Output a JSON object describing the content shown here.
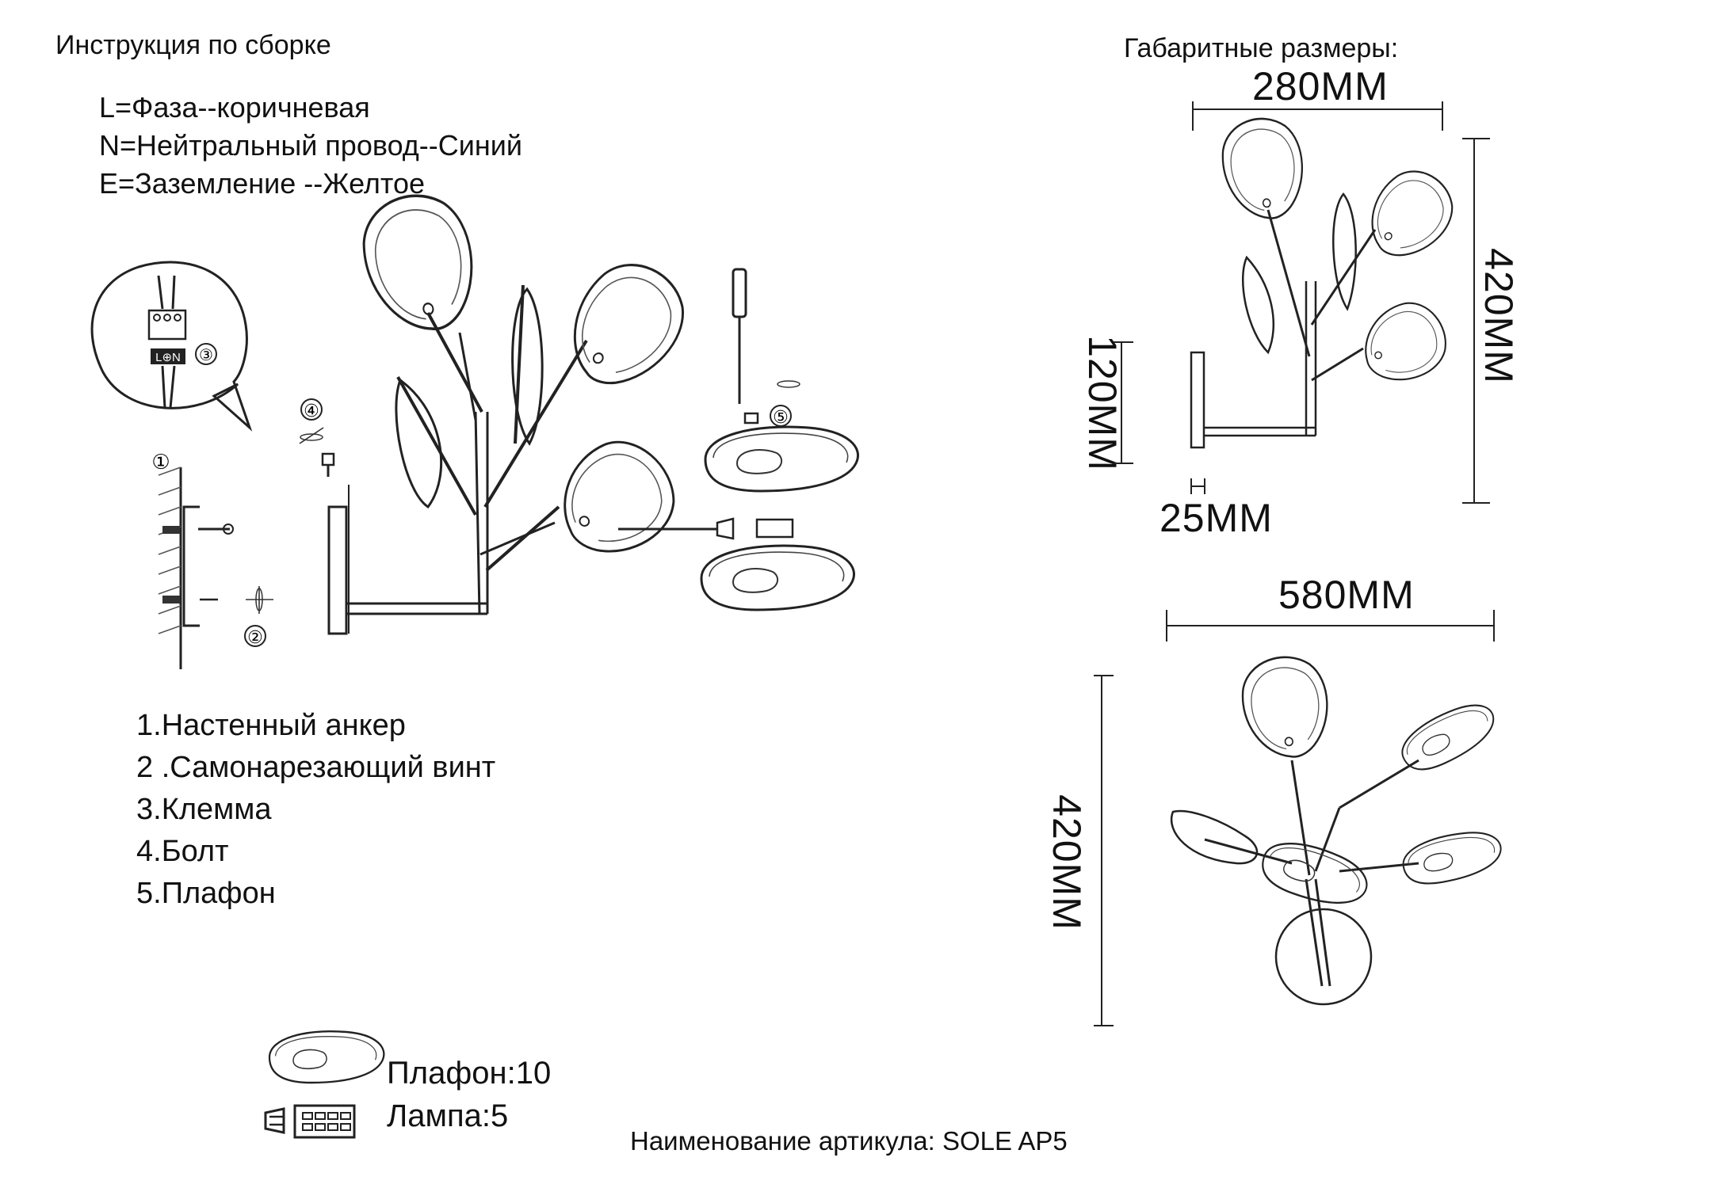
{
  "header": {
    "assembly_title": "Инструкция по сборке",
    "dimensions_title": "Габаритные размеры:"
  },
  "wiring": [
    {
      "text": "L=Фаза--коричневая"
    },
    {
      "text": "N=Нейтральный провод--Синий"
    },
    {
      "text": "E=Заземление --Желтое"
    }
  ],
  "terminal_block_label": "L⊕N",
  "steps": [
    "①",
    "②",
    "③",
    "④",
    "⑤"
  ],
  "parts_list": [
    {
      "text": "1.Настенный анкер"
    },
    {
      "text": "2 .Самонарезающий винт"
    },
    {
      "text": "3.Клемма"
    },
    {
      "text": "4.Болт"
    },
    {
      "text": "5.Плафон"
    }
  ],
  "dimensions": {
    "side_width": "280MM",
    "side_height": "420MM",
    "base_height": "120MM",
    "base_depth": "25MM",
    "front_width": "580MM",
    "front_height": "420MM"
  },
  "legend": {
    "shade": "Плафон:10",
    "lamp": "Лампа:5"
  },
  "footer": {
    "article": "Наименование артикула: SOLE AP5"
  }
}
